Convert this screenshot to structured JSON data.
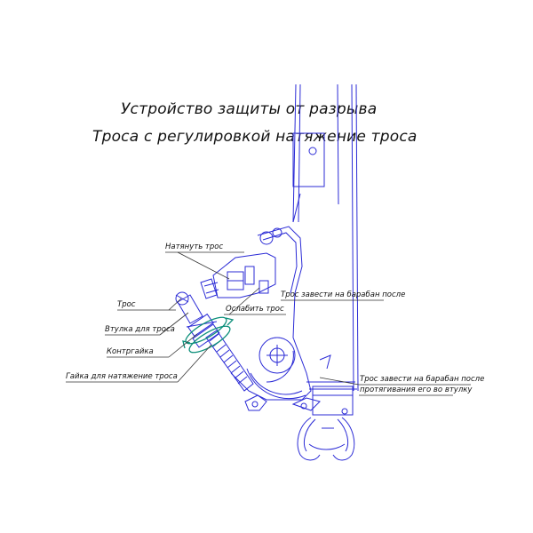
{
  "title": {
    "line1": "Устройство защиты от разрыва",
    "line2": "Троса с регулировкой натяжение троса"
  },
  "labels": {
    "tension_cable": "Натянуть трос",
    "cable": "Трос",
    "cable_sleeve": "Втулка для троса",
    "locknut": "Контргайка",
    "tension_nut": "Гайка для натяжение троса",
    "loosen_cable": "Ослабить трос",
    "drum_after": "Трос завести на барабан после",
    "drum_after_pull_1": "Трос завести на барабан после",
    "drum_after_pull_2": "протягивания его во втулку"
  },
  "colors": {
    "drawing_line": "#2b2bd6",
    "leader_line": "#333333",
    "direction_arrow": "#0c8f7a",
    "text": "#111111"
  }
}
